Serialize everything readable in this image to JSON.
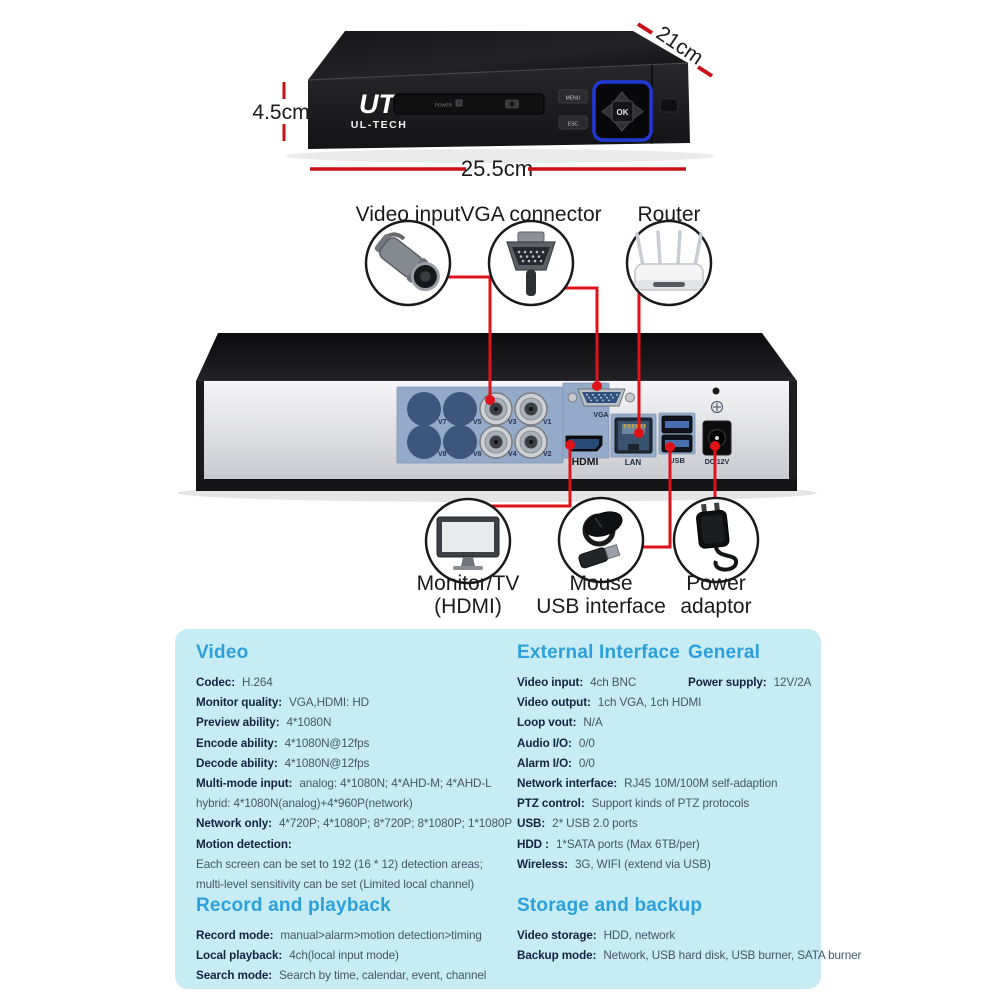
{
  "device_front": {
    "logo": "UT",
    "brand": "UL-TECH",
    "power_label": "POWER",
    "menu_button": "MENU",
    "esc_button": "ESC",
    "ok_button": "OK",
    "dims": {
      "depth": "21cm",
      "height": "4.5cm",
      "width": "25.5cm"
    }
  },
  "top_callouts": [
    {
      "label": "Video input",
      "icon": "cctv-camera"
    },
    {
      "label": "VGA connector",
      "icon": "vga-plug"
    },
    {
      "label": "Router",
      "icon": "wifi-router"
    }
  ],
  "bottom_callouts": [
    {
      "lines": [
        "Monitor/TV",
        "(HDMI)"
      ],
      "icon": "monitor"
    },
    {
      "lines": [
        "Mouse",
        "USB interface"
      ],
      "icon": "mouse-and-usb-receiver"
    },
    {
      "lines": [
        "Power",
        "adaptor"
      ],
      "icon": "power-adapter"
    }
  ],
  "back_panel": {
    "bnc": [
      "V7",
      "V5",
      "V3",
      "V1",
      "V8",
      "V6",
      "V4",
      "V2"
    ],
    "vga": "VGA",
    "hdmi": "HDMI",
    "lan": "LAN",
    "usb": "USB",
    "dc": "DC 12V"
  },
  "colors": {
    "accent_blue": "#2ba0da",
    "panel_bg": "#c7ecf6",
    "callout_red": "#e01219",
    "dimension_red": "#c81117",
    "dpad_blue": "#2038d6",
    "port_panel_blue": "#93aac9"
  },
  "spec_sections": [
    {
      "title": "Video",
      "rows": [
        {
          "label": "Codec:",
          "value": "H.264"
        },
        {
          "label": "Monitor quality:",
          "value": "VGA,HDMI: HD"
        },
        {
          "label": "Preview ability:",
          "value": "4*1080N"
        },
        {
          "label": "Encode ability:",
          "value": "4*1080N@12fps"
        },
        {
          "label": "Decode ability:",
          "value": "4*1080N@12fps"
        },
        {
          "label": "Multi-mode input:",
          "value": "analog: 4*1080N; 4*AHD-M; 4*AHD-L"
        },
        {
          "label": "",
          "value": "hybrid: 4*1080N(analog)+4*960P(network)"
        },
        {
          "label": "Network only:",
          "value": "4*720P; 4*1080P; 8*720P; 8*1080P; 1*1080P"
        },
        {
          "label": "Motion detection:",
          "value": ""
        },
        {
          "label": "",
          "value": "Each screen can be set to 192 (16 * 12) detection areas;"
        },
        {
          "label": "",
          "value": "multi-level sensitivity can be set (Limited local channel)"
        }
      ]
    },
    {
      "title": "External Interface",
      "rows": [
        {
          "label": "Video input:",
          "value": "4ch BNC"
        },
        {
          "label": "Video output:",
          "value": "1ch VGA, 1ch HDMI"
        },
        {
          "label": "Loop vout:",
          "value": "N/A"
        },
        {
          "label": "Audio I/O:",
          "value": "0/0"
        },
        {
          "label": "Alarm I/O:",
          "value": "0/0"
        },
        {
          "label": "Network interface:",
          "value": "RJ45 10M/100M self-adaption"
        },
        {
          "label": "PTZ control:",
          "value": "Support kinds of PTZ protocols"
        },
        {
          "label": "USB:",
          "value": "2* USB 2.0 ports"
        },
        {
          "label": "HDD :",
          "value": "1*SATA ports (Max 6TB/per)"
        },
        {
          "label": "Wireless:",
          "value": "3G, WIFI (extend via USB)"
        }
      ]
    },
    {
      "title": "General",
      "rows": [
        {
          "label": "Power supply:",
          "value": "12V/2A"
        }
      ]
    },
    {
      "title": "Record and playback",
      "rows": [
        {
          "label": "Record mode:",
          "value": "manual>alarm>motion detection>timing"
        },
        {
          "label": "Local playback:",
          "value": "4ch(local input mode)"
        },
        {
          "label": "Search mode:",
          "value": "Search by time, calendar, event, channel"
        }
      ]
    },
    {
      "title": "Storage and backup",
      "rows": [
        {
          "label": "Video storage:",
          "value": "HDD, network"
        },
        {
          "label": "Backup mode:",
          "value": "Network, USB hard disk, USB burner, SATA burner"
        }
      ]
    }
  ]
}
